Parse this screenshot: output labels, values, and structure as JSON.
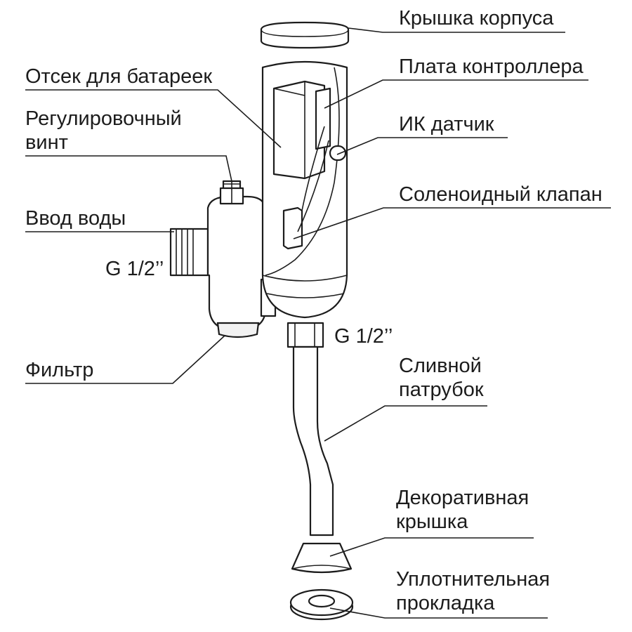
{
  "labels": {
    "housing_cover": "Крышка корпуса",
    "controller_board": "Плата контроллера",
    "ir_sensor": "ИК датчик",
    "solenoid_valve": "Соленоидный клапан",
    "battery_compartment": "Отсек для батареек",
    "adjusting_screw_line1": "Регулировочный",
    "adjusting_screw_line2": "винт",
    "water_inlet": "Ввод воды",
    "inlet_thread": "G 1/2’’",
    "outlet_thread": "G 1/2’’",
    "filter": "Фильтр",
    "drain_pipe_line1": "Сливной",
    "drain_pipe_line2": "патрубок",
    "decorative_cap_line1": "Декоративная",
    "decorative_cap_line2": "крышка",
    "seal_gasket_line1": "Уплотнительная",
    "seal_gasket_line2": "прокладка"
  }
}
